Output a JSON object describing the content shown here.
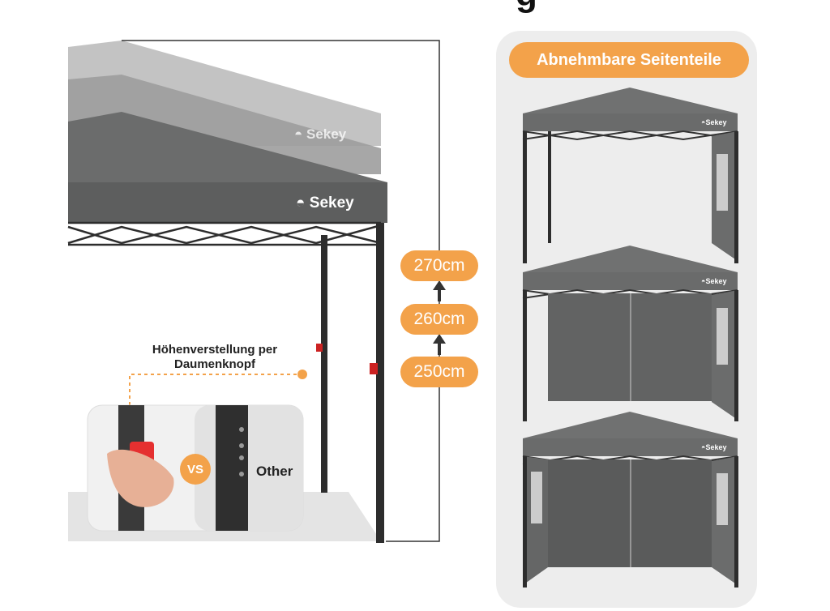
{
  "heading_fragment": "g",
  "brand_name": "Sekey",
  "heights": {
    "top": "270cm",
    "mid": "260cm",
    "low": "250cm"
  },
  "callout": {
    "line1": "Höhenverstellung per",
    "line2": "Daumenknopf"
  },
  "comparison": {
    "vs_label": "VS",
    "other_label": "Other"
  },
  "panel": {
    "title": "Abnehmbare Seitenteile"
  },
  "colors": {
    "accent": "#f3a24a",
    "canopy": "#6b6c6c",
    "frame": "#2d2d2d",
    "panel_bg": "#ededed"
  },
  "icons": [
    "arrow-up-icon",
    "sun-logo-icon",
    "dotted-leader-line"
  ]
}
